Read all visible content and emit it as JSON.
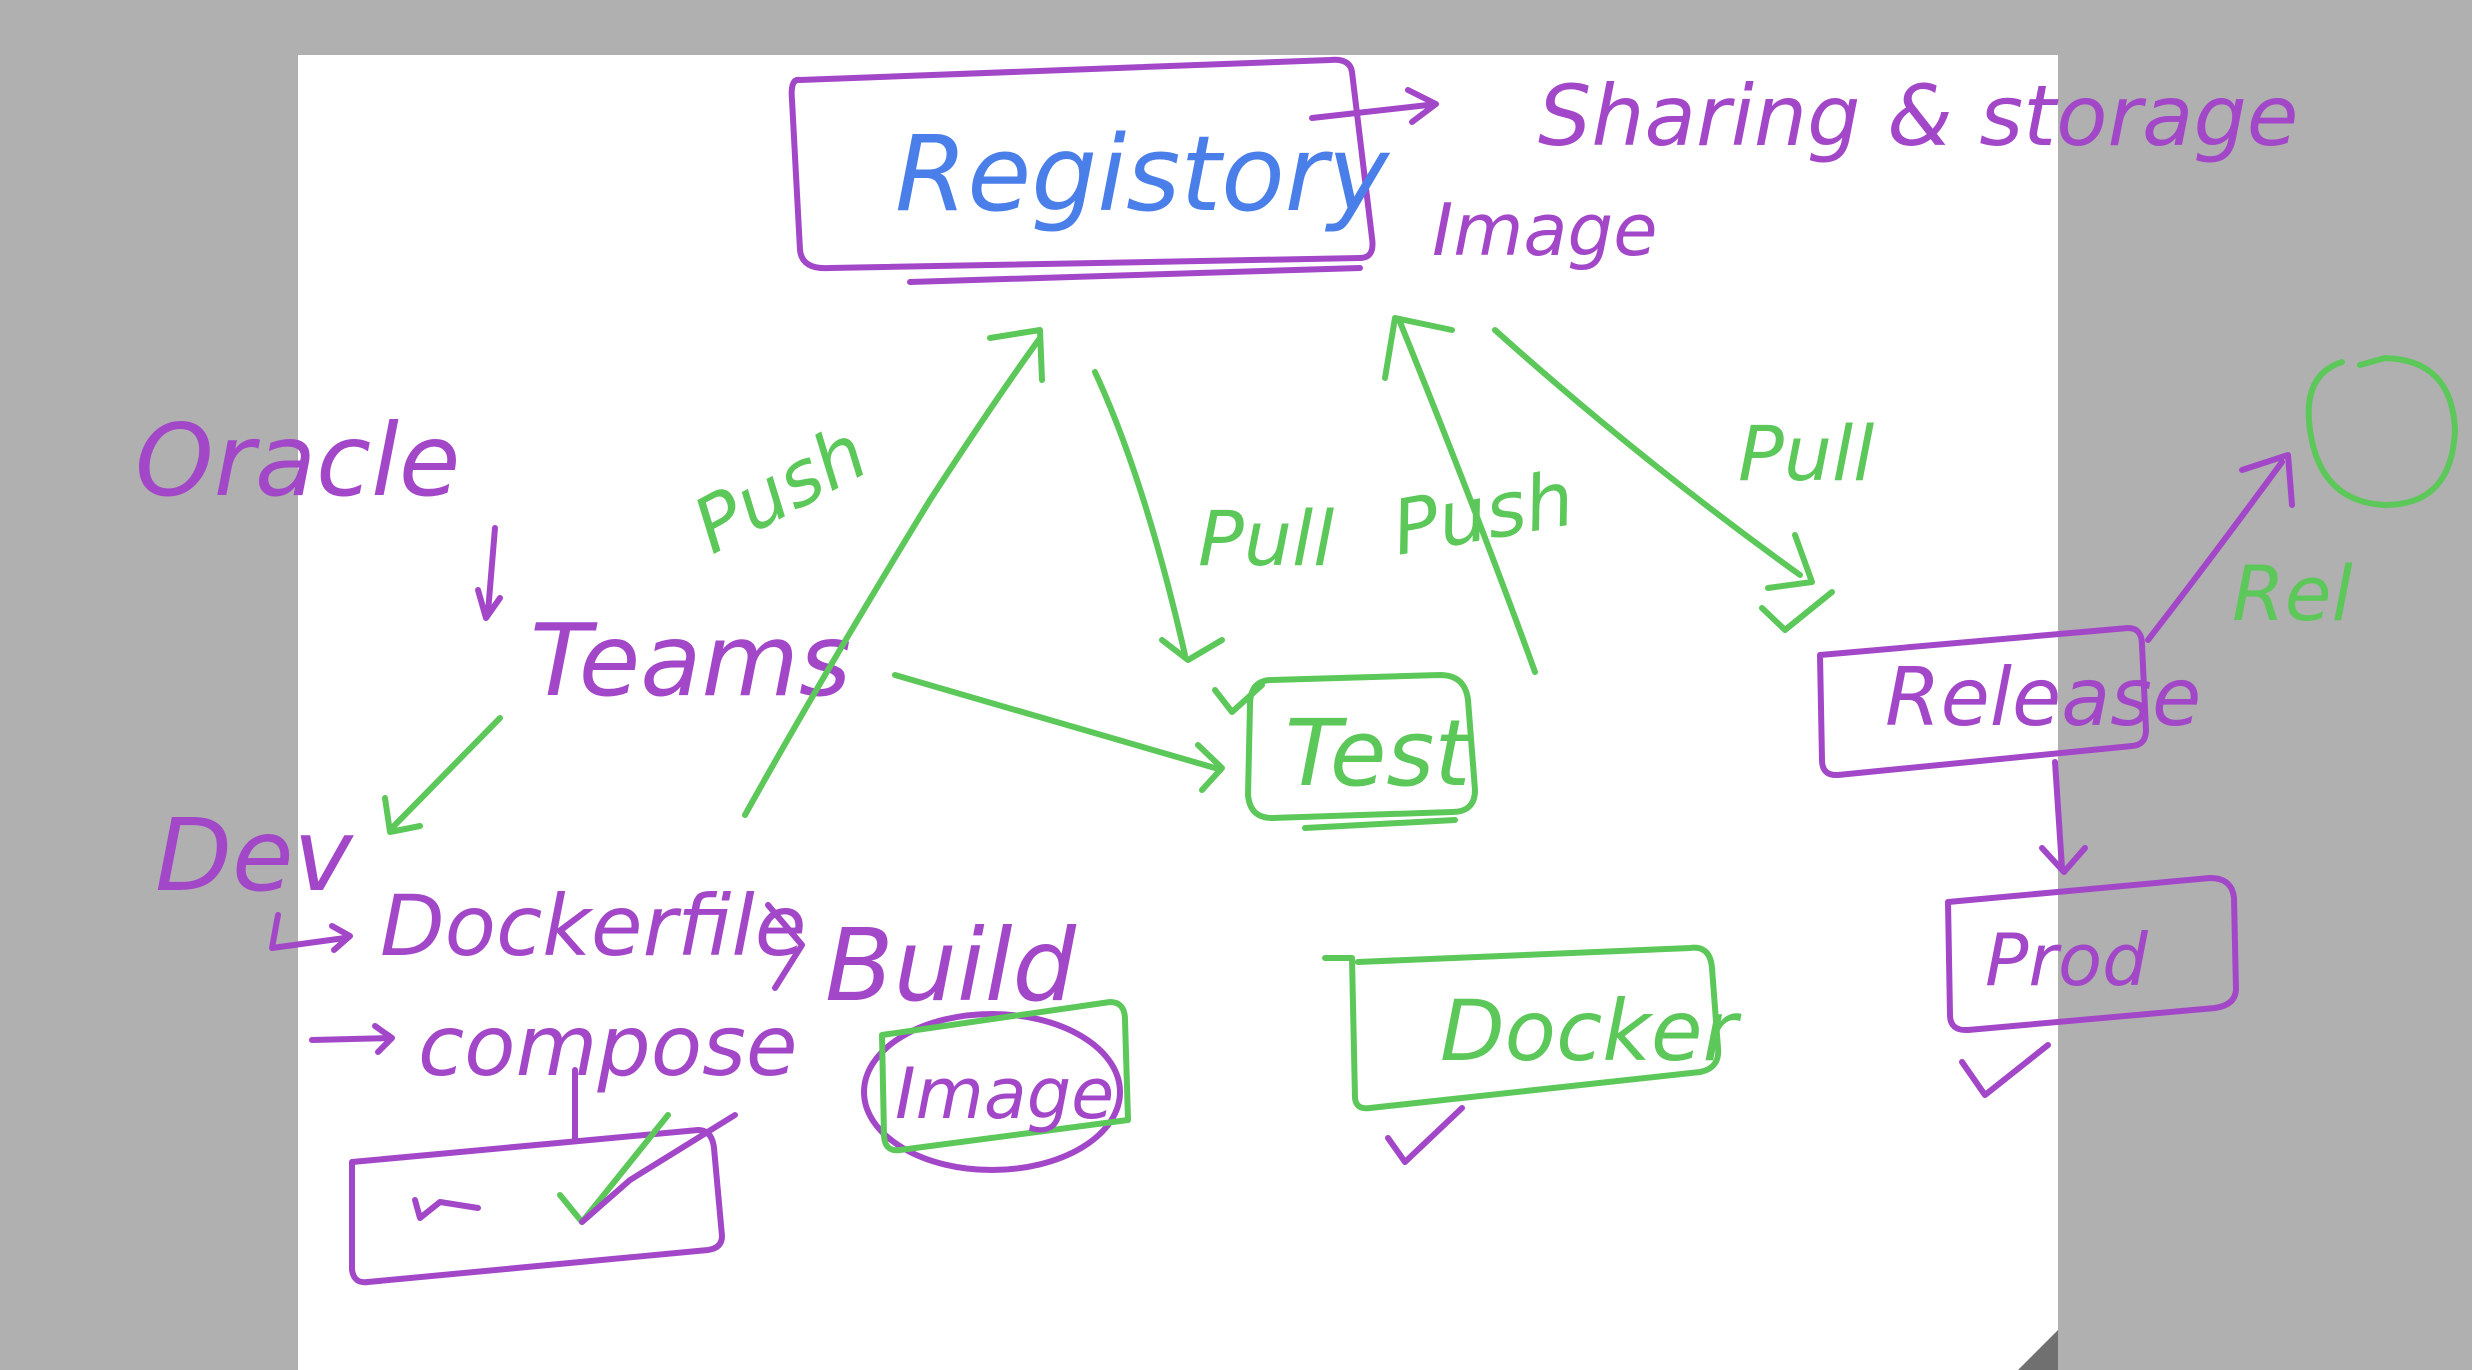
{
  "colors": {
    "backdrop": "#b0b0b0",
    "page": "#ffffff",
    "purple": "#a347c9",
    "green": "#5cc85a",
    "blue": "#4a7ee8"
  },
  "labels": {
    "registry": "Registory",
    "sharing": "Sharing & storage",
    "image_top": "Image",
    "oracle": "Oracle",
    "teams": "Teams",
    "dev": "Dev",
    "dockerfile": "Dockerfile",
    "compose": "compose",
    "build": "Build",
    "image_bottom": "Image",
    "test": "Test",
    "docker": "Docker",
    "release": "Release",
    "prod": "Prod",
    "rel": "Rel",
    "push_left": "Push",
    "pull_mid": "Pull",
    "push_mid": "Push",
    "pull_right": "Pull"
  }
}
